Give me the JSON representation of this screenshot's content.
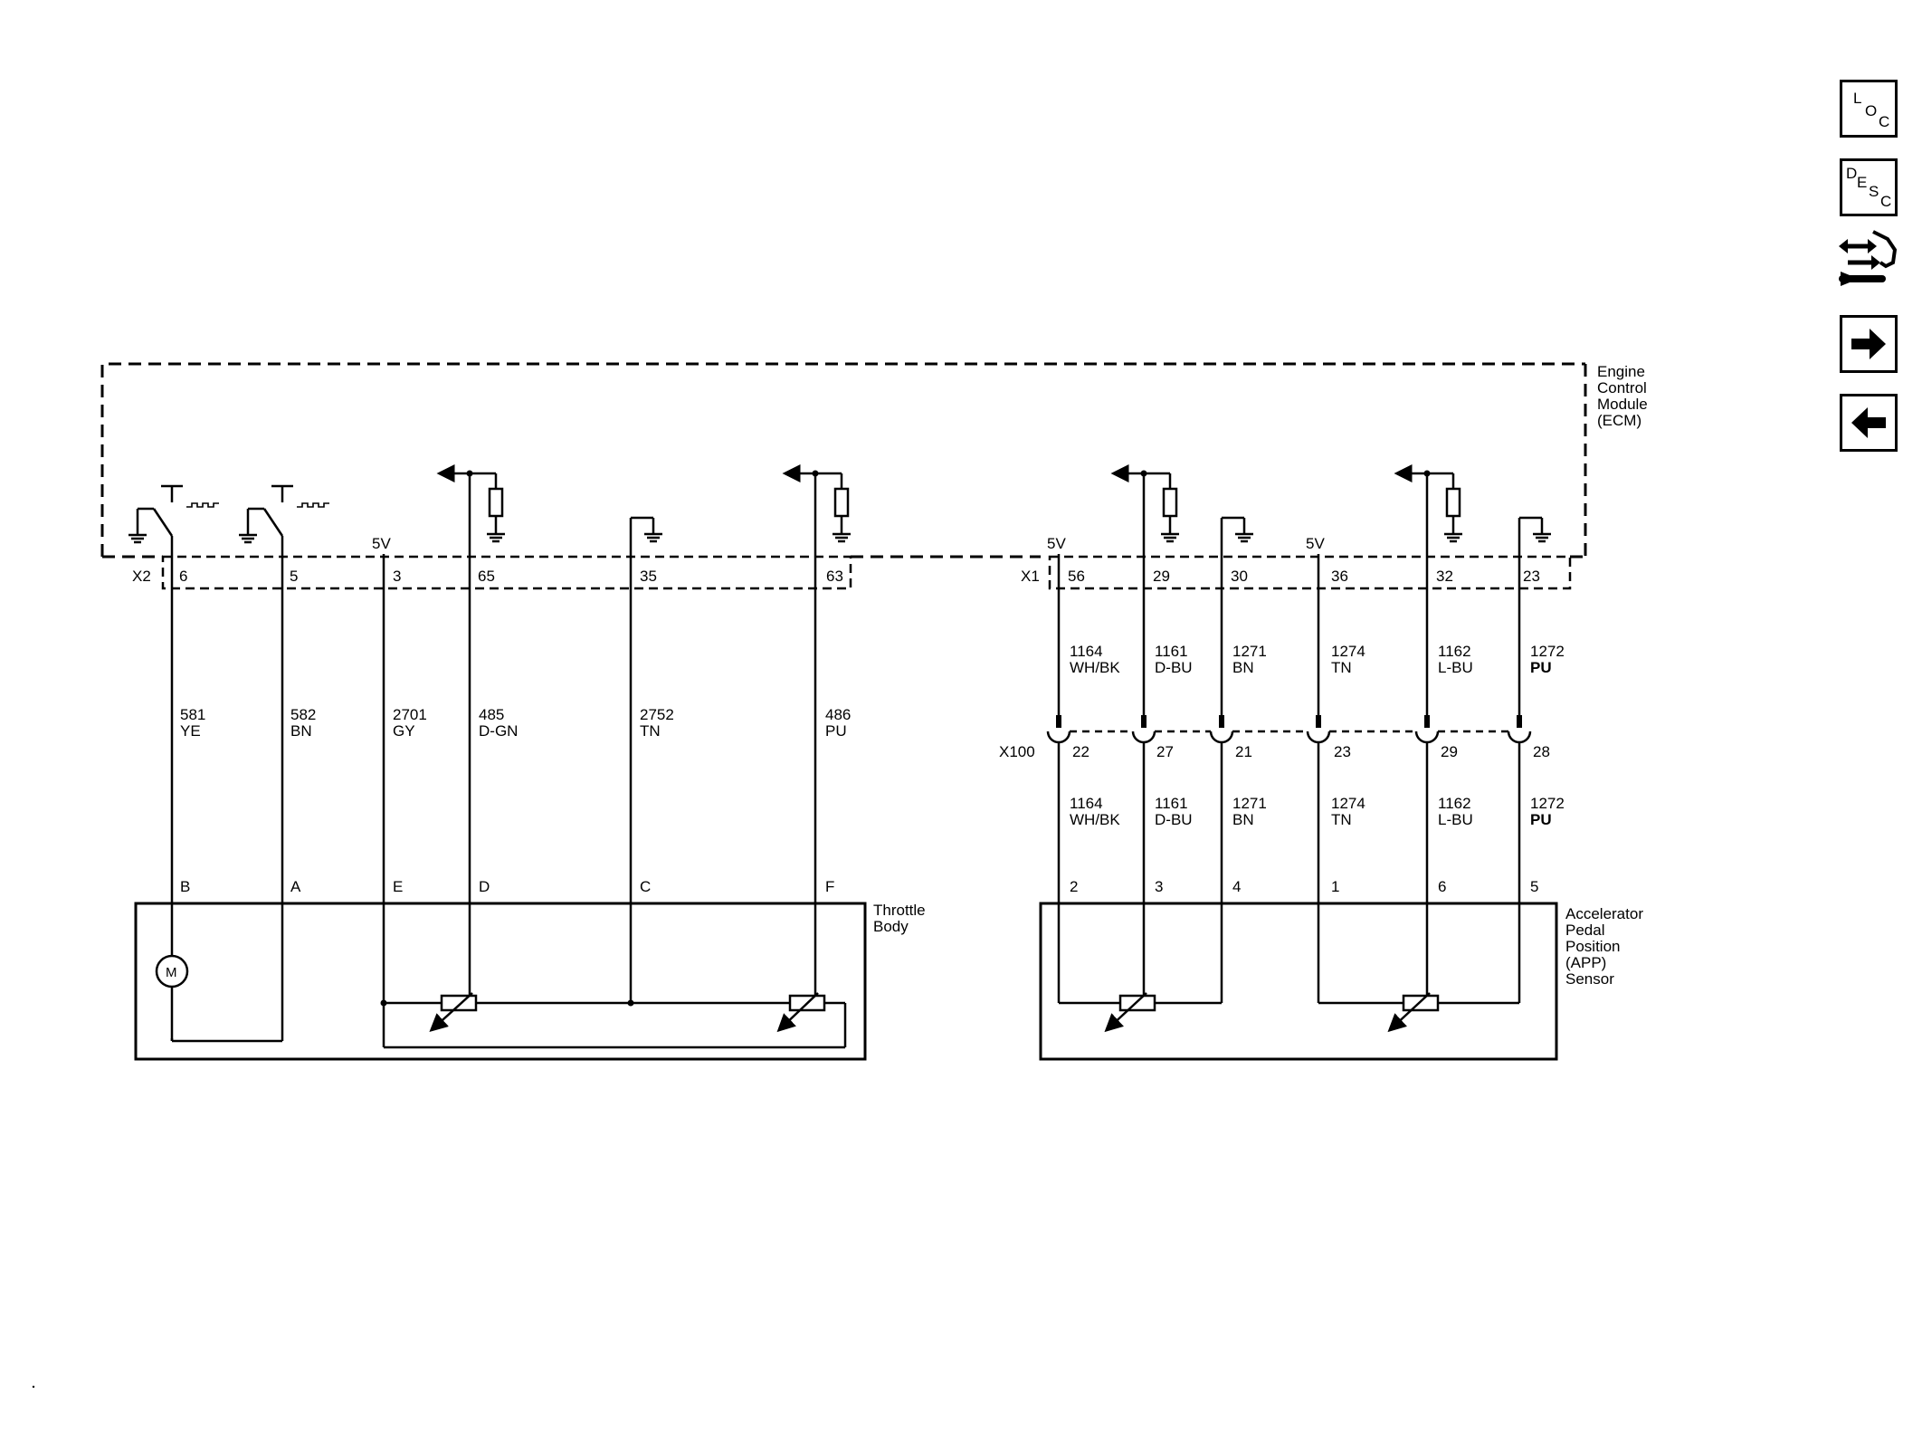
{
  "ecm": {
    "name_lines": [
      "Engine",
      "Control",
      "Module",
      "(ECM)"
    ]
  },
  "throttle_body": {
    "name_lines": [
      "Throttle",
      "Body"
    ],
    "ecm_connector": "X2",
    "motor_label": "M",
    "supply_label": "5V",
    "ecm_pins": [
      "6",
      "5",
      "3",
      "65",
      "35",
      "63"
    ],
    "component_pins": [
      "B",
      "A",
      "E",
      "D",
      "C",
      "F"
    ],
    "wires": [
      {
        "circuit": "581",
        "color": "YE"
      },
      {
        "circuit": "582",
        "color": "BN"
      },
      {
        "circuit": "2701",
        "color": "GY"
      },
      {
        "circuit": "485",
        "color": "D-GN"
      },
      {
        "circuit": "2752",
        "color": "TN"
      },
      {
        "circuit": "486",
        "color": "PU"
      }
    ]
  },
  "app_sensor": {
    "name_lines": [
      "Accelerator",
      "Pedal",
      "Position",
      "(APP)",
      "Sensor"
    ],
    "ecm_connector": "X1",
    "inline_connector": "X100",
    "supply_labels": [
      "5V",
      "5V"
    ],
    "ecm_pins": [
      "56",
      "29",
      "30",
      "36",
      "32",
      "23"
    ],
    "inline_pins": [
      "22",
      "27",
      "21",
      "23",
      "29",
      "28"
    ],
    "component_pins": [
      "2",
      "3",
      "4",
      "1",
      "6",
      "5"
    ],
    "wires": [
      {
        "circuit": "1164",
        "color": "WH/BK"
      },
      {
        "circuit": "1161",
        "color": "D-BU"
      },
      {
        "circuit": "1271",
        "color": "BN"
      },
      {
        "circuit": "1274",
        "color": "TN"
      },
      {
        "circuit": "1162",
        "color": "L-BU"
      },
      {
        "circuit": "1272",
        "color": "PU"
      }
    ]
  },
  "nav": {
    "loc": {
      "l1": "L",
      "l2": "O",
      "l3": "C"
    },
    "desc": {
      "l1": "D",
      "l2": "E",
      "l3": "S",
      "l4": "C"
    },
    "tools_icon": "connector-tool-icon",
    "next_icon": "arrow-right-icon",
    "prev_icon": "arrow-left-icon"
  },
  "colors": {
    "line": "#000000",
    "background": "#ffffff"
  }
}
